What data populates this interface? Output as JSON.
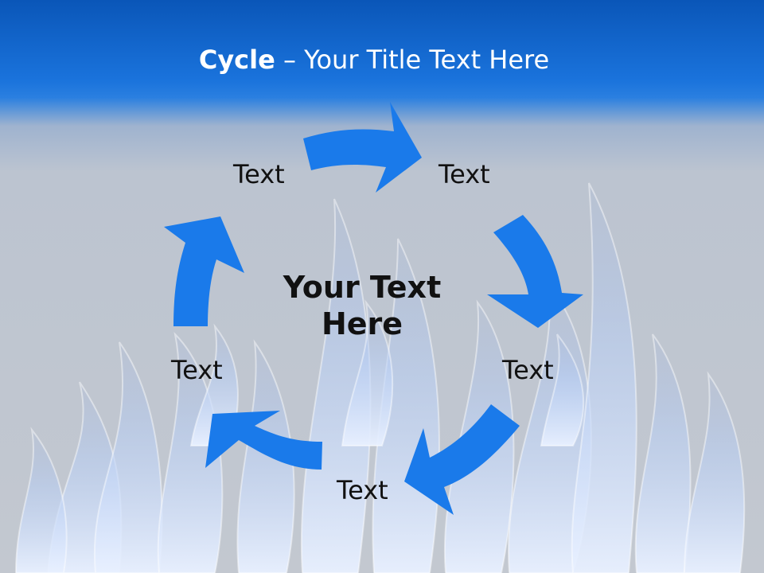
{
  "title": {
    "bold": "Cycle",
    "rest": " – Your Title Text Here"
  },
  "center_text": {
    "line1": "Your Text",
    "line2": "Here"
  },
  "labels": [
    "Text",
    "Text",
    "Text",
    "Text",
    "Text"
  ],
  "colors": {
    "arrow": "#1a7aea",
    "title_band": "#1670d8",
    "background": "#c3c8d0"
  }
}
